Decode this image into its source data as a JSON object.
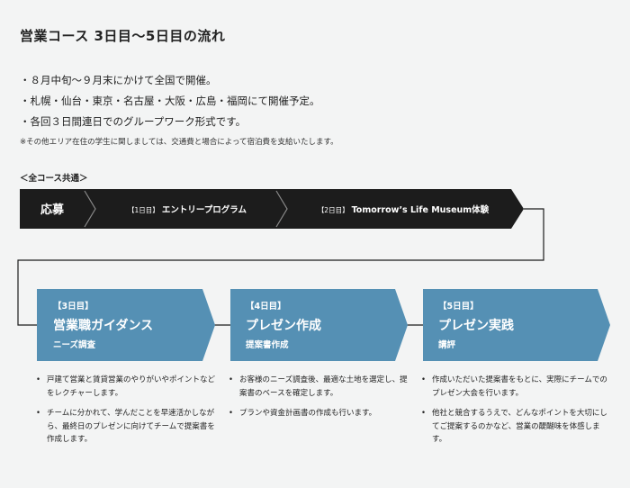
{
  "title": "営業コース 3日目〜5日目の流れ",
  "bullets": [
    "８月中旬〜９月末にかけて全国で開催。",
    "札幌・仙台・東京・名古屋・大阪・広島・福岡にて開催予定。",
    "各回３日間連日でのグループワーク形式です。"
  ],
  "note": "※その他エリア在住の学生に関しましては、交通費と場合によって宿泊費を支給いたします。",
  "section_label": "＜全コース共通＞",
  "row1": {
    "apply": "応募",
    "day1_tag": "【1日目】",
    "day1_label": "エントリープログラム",
    "day2_tag": "【2日目】",
    "day2_label": "Tomorrow’s Life Museum体験"
  },
  "days": [
    {
      "tag": "【3日目】",
      "title": "営業職ガイダンス",
      "subtitle": "ニーズ調査",
      "items": [
        "戸建て営業と賃貸営業のやりがいやポイントなどをレクチャーします。",
        "チームに分かれて、学んだことを早速活かしながら、最終日のプレゼンに向けてチームで提案書を作成します。"
      ]
    },
    {
      "tag": "【4日目】",
      "title": "プレゼン作成",
      "subtitle": "提案書作成",
      "items": [
        "お客様のニーズ調査後、最適な土地を選定し、提案書のベースを確定します。",
        "プランや資金計画書の作成も行います。"
      ]
    },
    {
      "tag": "【5日目】",
      "title": "プレゼン実践",
      "subtitle": "講評",
      "items": [
        "作成いただいた提案書をもとに、実際にチームでのプレゼン大会を行います。",
        "他社と競合するうえで、どんなポイントを大切にしてご提案するのかなど、営業の醍醐味を体感します。"
      ]
    }
  ],
  "colors": {
    "dark": "#1c1c1c",
    "blue": "#5590b4",
    "background": "#f3f4f4"
  }
}
